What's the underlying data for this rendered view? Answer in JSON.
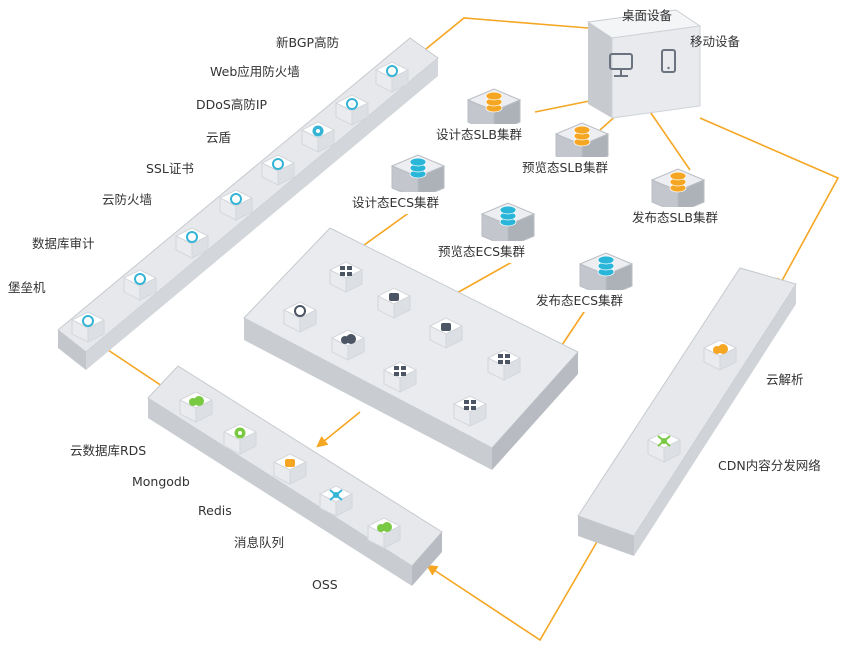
{
  "devices": {
    "desktop": "桌面设备",
    "mobile": "移动设备"
  },
  "security": {
    "items": [
      "新BGP高防",
      "Web应用防火墙",
      "DDoS高防IP",
      "云盾",
      "SSL证书",
      "云防火墙",
      "数据库审计",
      "堡垒机"
    ]
  },
  "clusters": {
    "design_slb": "设计态SLB集群",
    "preview_slb": "预览态SLB集群",
    "release_slb": "发布态SLB集群",
    "design_ecs": "设计态ECS集群",
    "preview_ecs": "预览态ECS集群",
    "release_ecs": "发布态ECS集群"
  },
  "storage": {
    "items": [
      "云数据库RDS",
      "Mongodb",
      "Redis",
      "消息队列",
      "OSS"
    ]
  },
  "network": {
    "dns": "云解析",
    "cdn": "CDN内容分发网络"
  },
  "colors": {
    "arrow": "#f5a623",
    "slb": "#f5a623",
    "ecs": "#29b6d8",
    "icon_blue": "#35b4d6",
    "icon_green": "#7ac943",
    "tray": "#e3e5e8"
  }
}
